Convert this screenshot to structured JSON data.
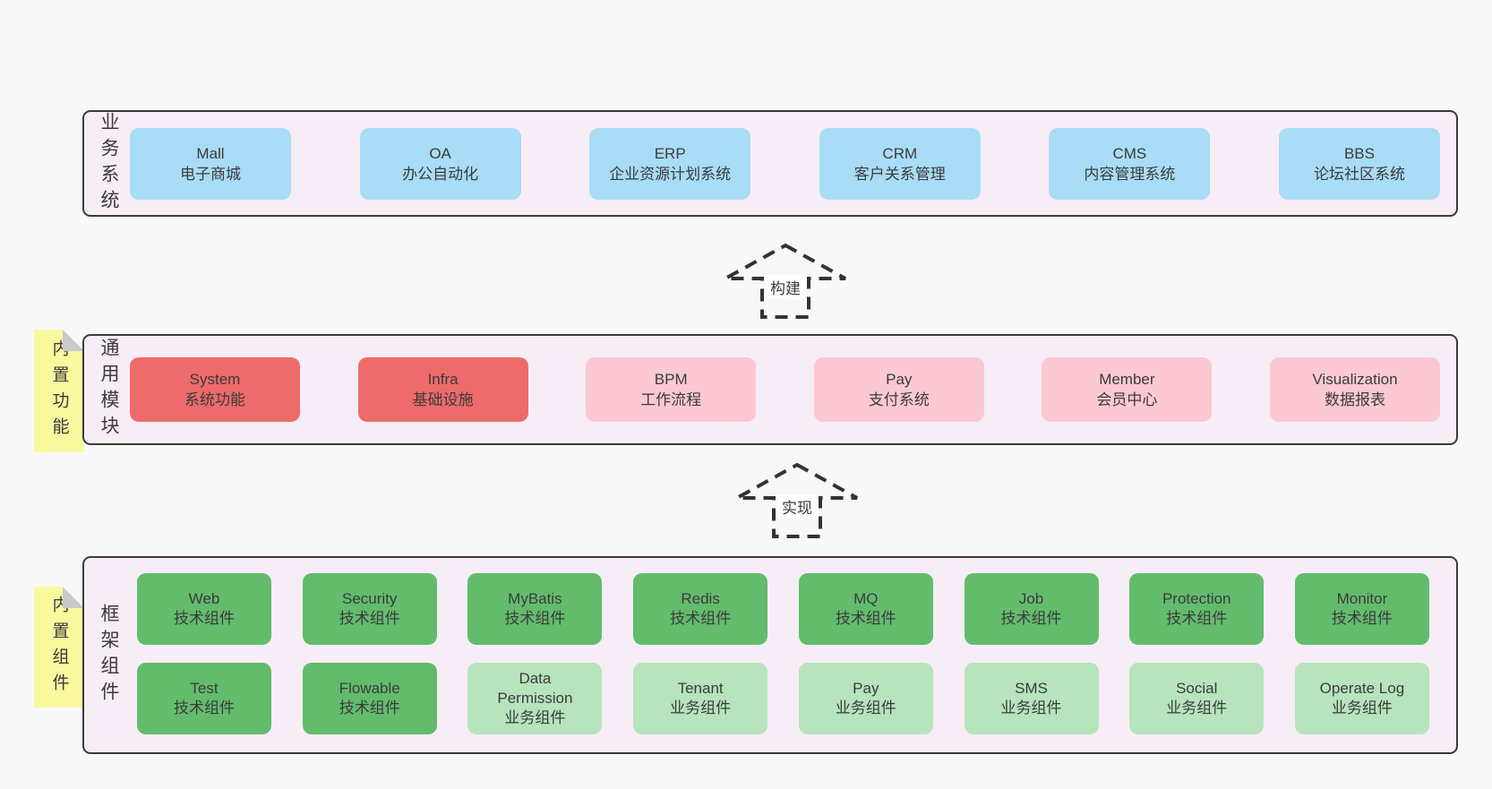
{
  "colors": {
    "bg": "#f8f8f8",
    "band_fill": "#f7edf6",
    "band_border": "#3b3b3b",
    "blue": "#a9dcf6",
    "red": "#ee6b6b",
    "pink": "#fcc9d3",
    "green": "#62bc6c",
    "green_light": "#b7e4bc",
    "yellow": "#f9f9a0",
    "fold": "#c9c9c9",
    "text": "#3b3b3b",
    "arrow": "#333333"
  },
  "bands": [
    {
      "label": "业务系统",
      "rows": [
        [
          {
            "en": "Mall",
            "zh": "电子商城"
          },
          {
            "en": "OA",
            "zh": "办公自动化"
          },
          {
            "en": "ERP",
            "zh": "企业资源计划系统"
          },
          {
            "en": "CRM",
            "zh": "客户关系管理"
          },
          {
            "en": "CMS",
            "zh": "内容管理系统"
          },
          {
            "en": "BBS",
            "zh": "论坛社区系统"
          }
        ]
      ]
    },
    {
      "sticky": "内置功能",
      "label": "通用模块",
      "rows": [
        [
          {
            "en": "System",
            "zh": "系统功能"
          },
          {
            "en": "Infra",
            "zh": "基础设施"
          },
          {
            "en": "BPM",
            "zh": "工作流程"
          },
          {
            "en": "Pay",
            "zh": "支付系统"
          },
          {
            "en": "Member",
            "zh": "会员中心"
          },
          {
            "en": "Visualization",
            "zh": "数据报表"
          }
        ]
      ]
    },
    {
      "sticky": "内置组件",
      "label": "框架组件",
      "rows": [
        [
          {
            "en": "Web",
            "zh": "技术组件"
          },
          {
            "en": "Security",
            "zh": "技术组件"
          },
          {
            "en": "MyBatis",
            "zh": "技术组件"
          },
          {
            "en": "Redis",
            "zh": "技术组件"
          },
          {
            "en": "MQ",
            "zh": "技术组件"
          },
          {
            "en": "Job",
            "zh": "技术组件"
          },
          {
            "en": "Protection",
            "zh": "技术组件"
          },
          {
            "en": "Monitor",
            "zh": "技术组件"
          }
        ],
        [
          {
            "en": "Test",
            "zh": "技术组件"
          },
          {
            "en": "Flowable",
            "zh": "技术组件"
          },
          {
            "en": "Data Permission",
            "zh": "业务组件"
          },
          {
            "en": "Tenant",
            "zh": "业务组件"
          },
          {
            "en": "Pay",
            "zh": "业务组件"
          },
          {
            "en": "SMS",
            "zh": "业务组件"
          },
          {
            "en": "Social",
            "zh": "业务组件"
          },
          {
            "en": "Operate Log",
            "zh": "业务组件"
          }
        ]
      ]
    }
  ],
  "arrows": [
    {
      "label": "构建"
    },
    {
      "label": "实现"
    }
  ]
}
